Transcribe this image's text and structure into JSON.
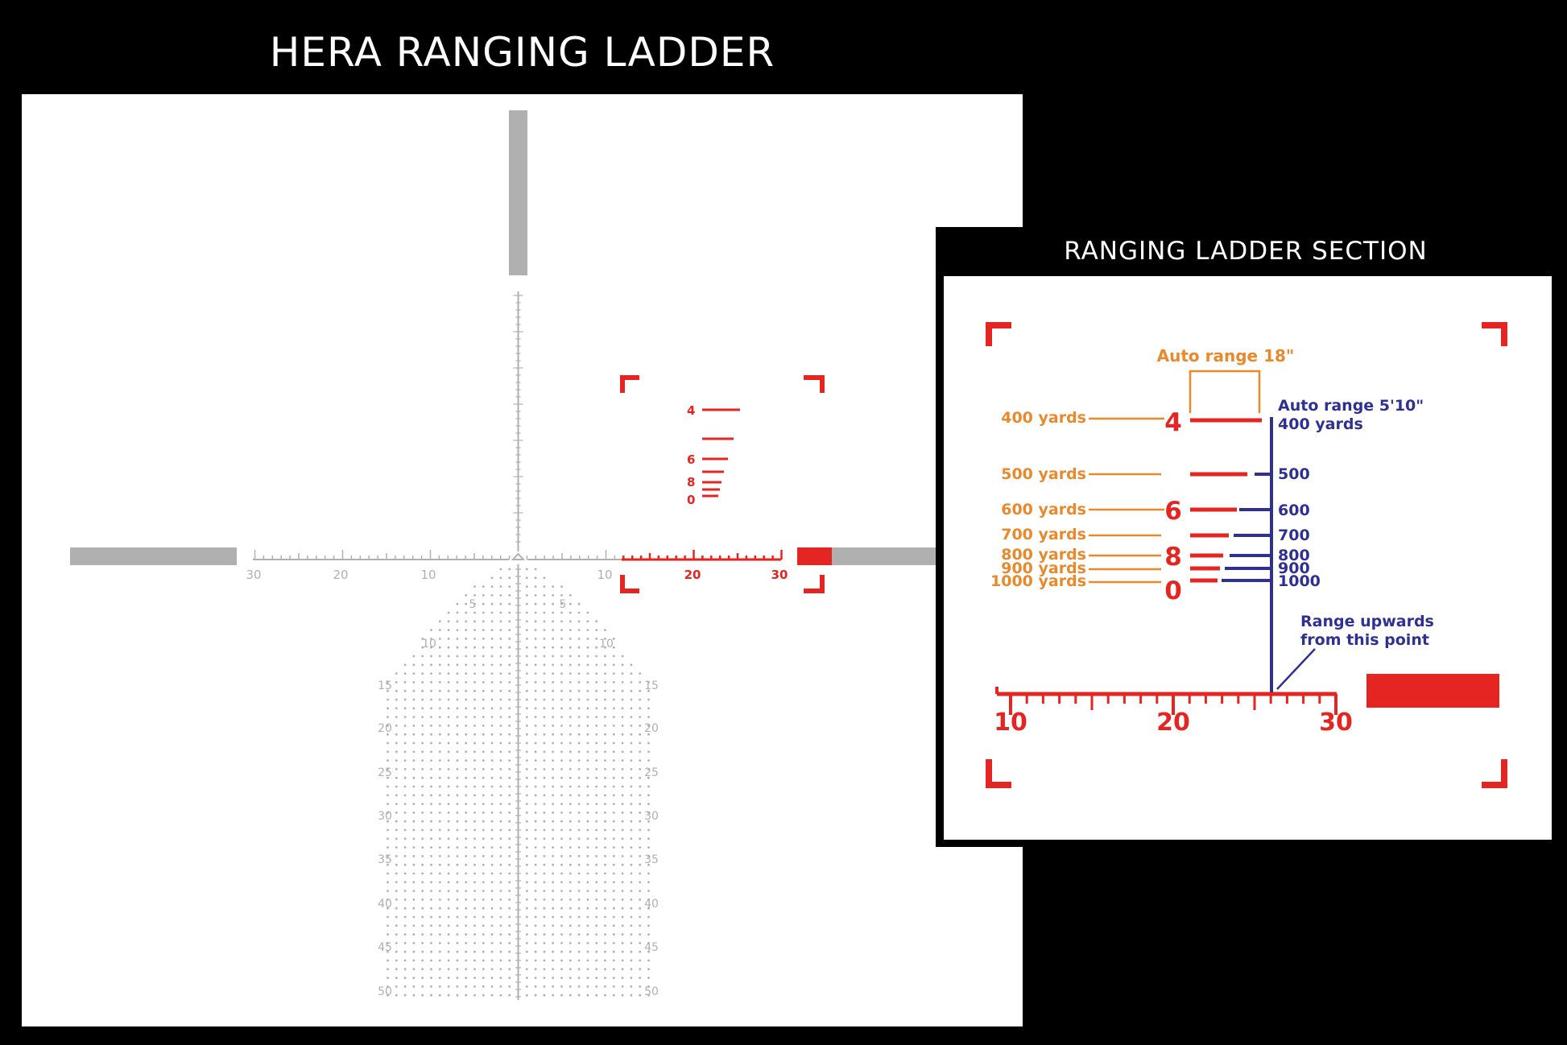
{
  "main": {
    "title": "HERA RANGING LADDER",
    "scale_labels_left": [
      "30",
      "20",
      "10"
    ],
    "scale_labels_right": [
      "10",
      "20",
      "30"
    ],
    "tree_labels": [
      "5",
      "10",
      "15",
      "20",
      "25",
      "30",
      "35",
      "40",
      "45",
      "50"
    ],
    "ladder_labels": [
      "4",
      "6",
      "8",
      "0"
    ]
  },
  "inset": {
    "title": "RANGING LADDER SECTION",
    "auto_range_18": "Auto range 18\"",
    "auto_range_5_10": "Auto range 5'10\"",
    "auto_range_400": "400 yards",
    "yard_labels": [
      "400 yards",
      "500 yards",
      "600 yards",
      "700 yards",
      "800 yards",
      "900 yards",
      "1000 yards"
    ],
    "blue_labels": [
      "500",
      "600",
      "700",
      "800",
      "900",
      "1000"
    ],
    "red_numbers": [
      "4",
      "6",
      "8",
      "0"
    ],
    "range_up_1": "Range upwards",
    "range_up_2": "from this point",
    "scale_labels": [
      "10",
      "20",
      "30"
    ]
  },
  "colors": {
    "background": "#000000",
    "panel": "#ffffff",
    "reticle_gray": "#b0b0b0",
    "red": "#e52521",
    "orange": "#e8892b",
    "blue": "#2e3192"
  }
}
